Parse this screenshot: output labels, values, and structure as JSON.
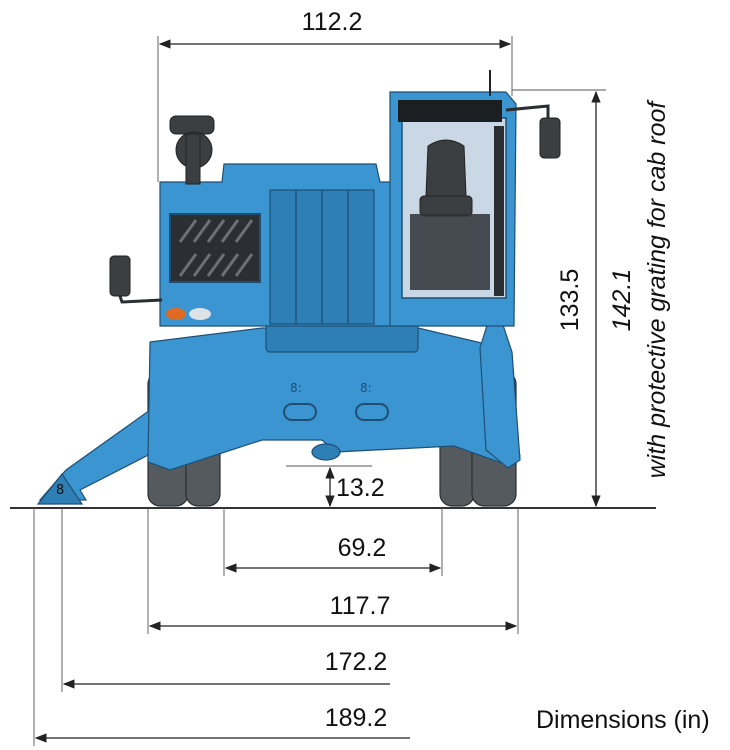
{
  "dimensions": {
    "top_width": "112.2",
    "height_cab": "133.5",
    "height_grating": "142.1",
    "grating_note": "with protective grating for cab roof",
    "ground_clearance": "13.2",
    "track_width": "69.2",
    "axle_width": "117.7",
    "outrigger_half": "172.2",
    "outrigger_full": "189.2"
  },
  "units_label": "Dimensions (in)",
  "colors": {
    "machine_blue": "#3a95d0",
    "outline": "#1f4f75",
    "tyre": "#555a5e"
  }
}
